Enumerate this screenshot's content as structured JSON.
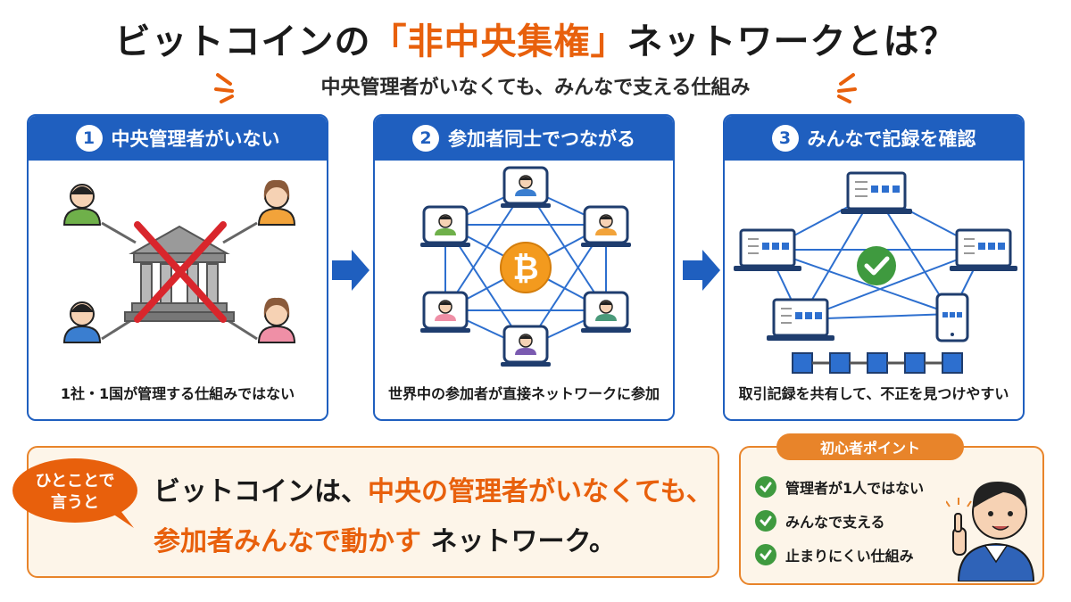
{
  "title": {
    "pre": "ビットコインの",
    "highlight": "「非中央集権」",
    "post": "ネットワークとは？"
  },
  "subtitle": "中央管理者がいなくても、みんなで支える仕組み",
  "panels": [
    {
      "number": "1",
      "heading": "中央管理者がいない",
      "caption": "1社・1国が管理する仕組みではない"
    },
    {
      "number": "2",
      "heading": "参加者同士でつながる",
      "caption": "世界中の参加者が直接ネットワークに参加"
    },
    {
      "number": "3",
      "heading": "みんなで記録を確認",
      "caption": "取引記録を共有して、不正を見つけやすい"
    }
  ],
  "summary": {
    "bubble_line1": "ひとことで",
    "bubble_line2": "言うと",
    "line1_pre": "ビットコインは、",
    "line1_highlight": "中央の管理者がいなくても、",
    "line2_highlight": "参加者みんなで動かす",
    "line2_post": " ネットワーク。"
  },
  "beginner": {
    "tag": "初心者ポイント",
    "items": [
      "管理者が1人ではない",
      "みんなで支える",
      "止まりにくい仕組み"
    ]
  },
  "colors": {
    "accent_orange": "#e8600c",
    "brand_blue": "#1f5fbf",
    "check_green": "#3f9a3f"
  },
  "icons": {
    "bitcoin": "bitcoin-icon",
    "bank": "bank-icon",
    "check": "check-icon"
  }
}
